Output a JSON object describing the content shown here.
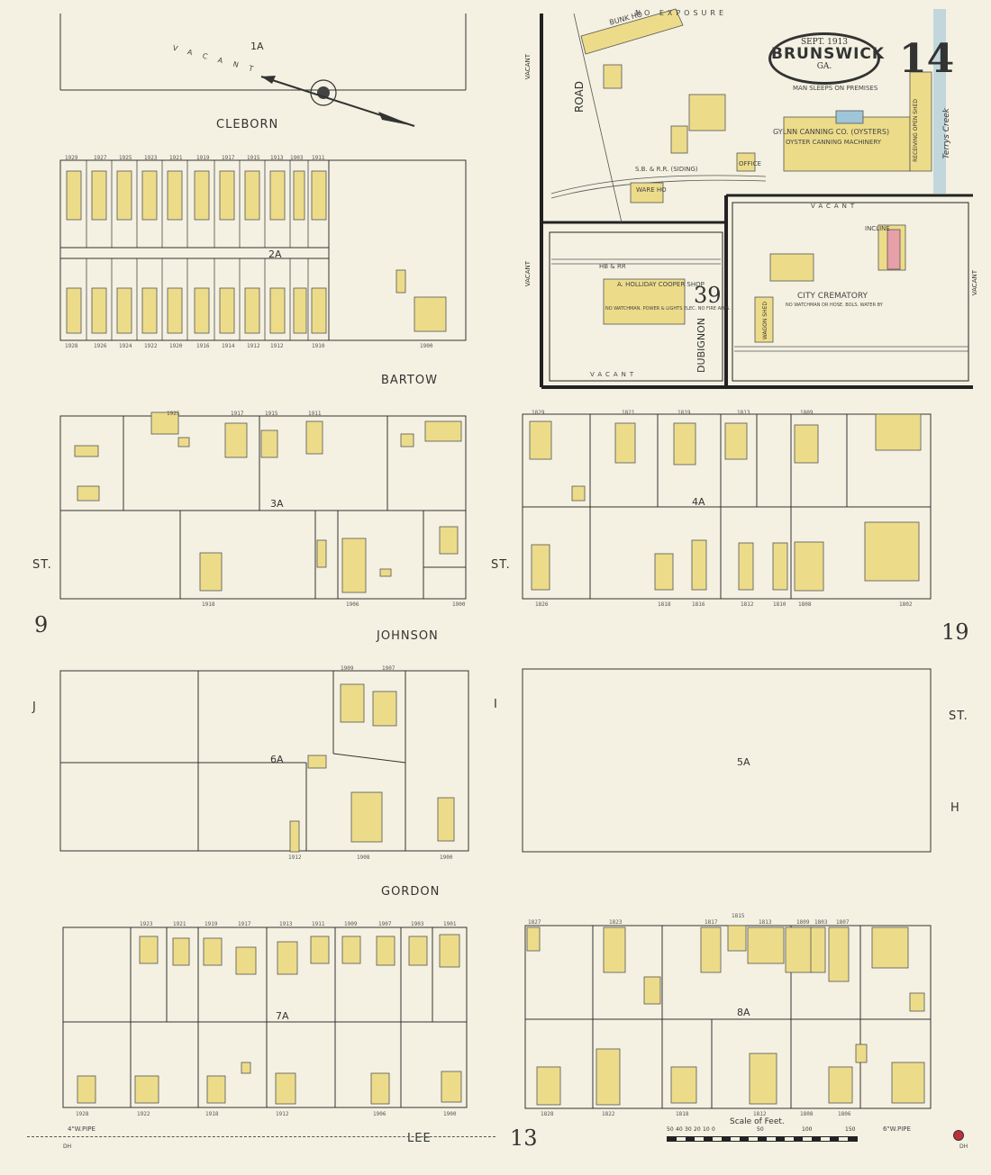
{
  "header": {
    "date": "SEPT. 1913",
    "city": "BRUNSWICK",
    "state": "GA.",
    "sheet_number": "14"
  },
  "streets": {
    "cleborn": "CLEBORN",
    "bartow": "BARTOW",
    "johnson": "JOHNSON",
    "gordon": "GORDON",
    "lee": "LEE",
    "road": "ROAD",
    "dubignon": "DUBIGNON",
    "j_st_j": "J",
    "j_st_st": "ST.",
    "i_st_i": "I",
    "i_st_st": "ST.",
    "h_st_h": "H",
    "h_st_st": "ST."
  },
  "adjacent_sheets": {
    "left": "9",
    "right": "19",
    "bottom": "13",
    "inset": "39"
  },
  "blocks": [
    "1A",
    "2A",
    "3A",
    "4A",
    "5A",
    "6A",
    "7A",
    "8A"
  ],
  "labels": {
    "vacant": "VACANT",
    "vacant_short": "VACANT",
    "bunk_ho": "BUNK HO",
    "no_exposure": "NO EXPOSURE",
    "glynn_canning": "GYLNN CANNING CO. (OYSTERS)",
    "canning_detail": "OYSTER CANNING MACHINERY",
    "receiving_shed": "RECEIVING OPEN SHED",
    "terrys_creek": "Terrys Creek",
    "office": "OFFICE",
    "wareho": "WARE HO",
    "sb_rr": "S.B. & R.R. (SIDING)",
    "hb_rr": "HB & RR",
    "holliday": "A. HOLLIDAY COOPER SHOP",
    "holliday_detail": "NO WATCHMAN. POWER & LIGHTS ELEC. NO FIRE APPS.",
    "city_crematory": "CITY CREMATORY",
    "crematory_detail": "NO WATCHMAN OR HOSE. BOLS. WATER BY",
    "incline": "INCLINE",
    "wagon_shed": "WAGON SHED",
    "main_premises": "MAN SLEEPS ON PREMISES",
    "scale_of_feet": "Scale of Feet.",
    "cw_pipe_left": "4\"W.PIPE",
    "cw_pipe_right": "6\"W.PIPE",
    "dh": "DH"
  },
  "scale_ticks": [
    "50",
    "40",
    "30",
    "20",
    "10",
    "0",
    "50",
    "100",
    "150"
  ],
  "addresses": {
    "b2_top": [
      "1929",
      "1927",
      "1925",
      "1923",
      "1921",
      "1919",
      "1917",
      "1915",
      "1913",
      "1903",
      "1911"
    ],
    "b2_bottom": [
      "1928",
      "1926",
      "1924",
      "1922",
      "1920",
      "1916",
      "1914",
      "1912",
      "1912",
      "1910"
    ],
    "b2_right": "1900",
    "b3_top": [
      "1925",
      "1917",
      "1915",
      "1911"
    ],
    "b3_bottom": [
      "1918",
      "1906",
      "1900"
    ],
    "b4_top": [
      "1829",
      "1821",
      "1819",
      "1813",
      "1809"
    ],
    "b4_bottom": [
      "1826",
      "1818",
      "1816",
      "1812",
      "1810",
      "1808",
      "1802"
    ],
    "b6": [
      "1909",
      "1907",
      "1912",
      "1908",
      "1900"
    ],
    "b7_top": [
      "1923",
      "1921",
      "1919",
      "1917",
      "1913",
      "1911",
      "1909",
      "1907",
      "1903",
      "1901"
    ],
    "b7_bottom": [
      "1928",
      "1922",
      "1918",
      "1912",
      "1906",
      "1900"
    ],
    "b8_top": [
      "1827",
      "1823",
      "1817",
      "1815",
      "1813",
      "1809",
      "1803",
      "1807"
    ],
    "b8_bottom": [
      "1828",
      "1822",
      "1818",
      "1812",
      "1808",
      "1806"
    ]
  },
  "colors": {
    "paper": "#f4f1e2",
    "frame_dwelling": "#ecdc8a",
    "brick": "#e8a0a8",
    "stone": "#9fc6d8",
    "line": "#333333"
  }
}
